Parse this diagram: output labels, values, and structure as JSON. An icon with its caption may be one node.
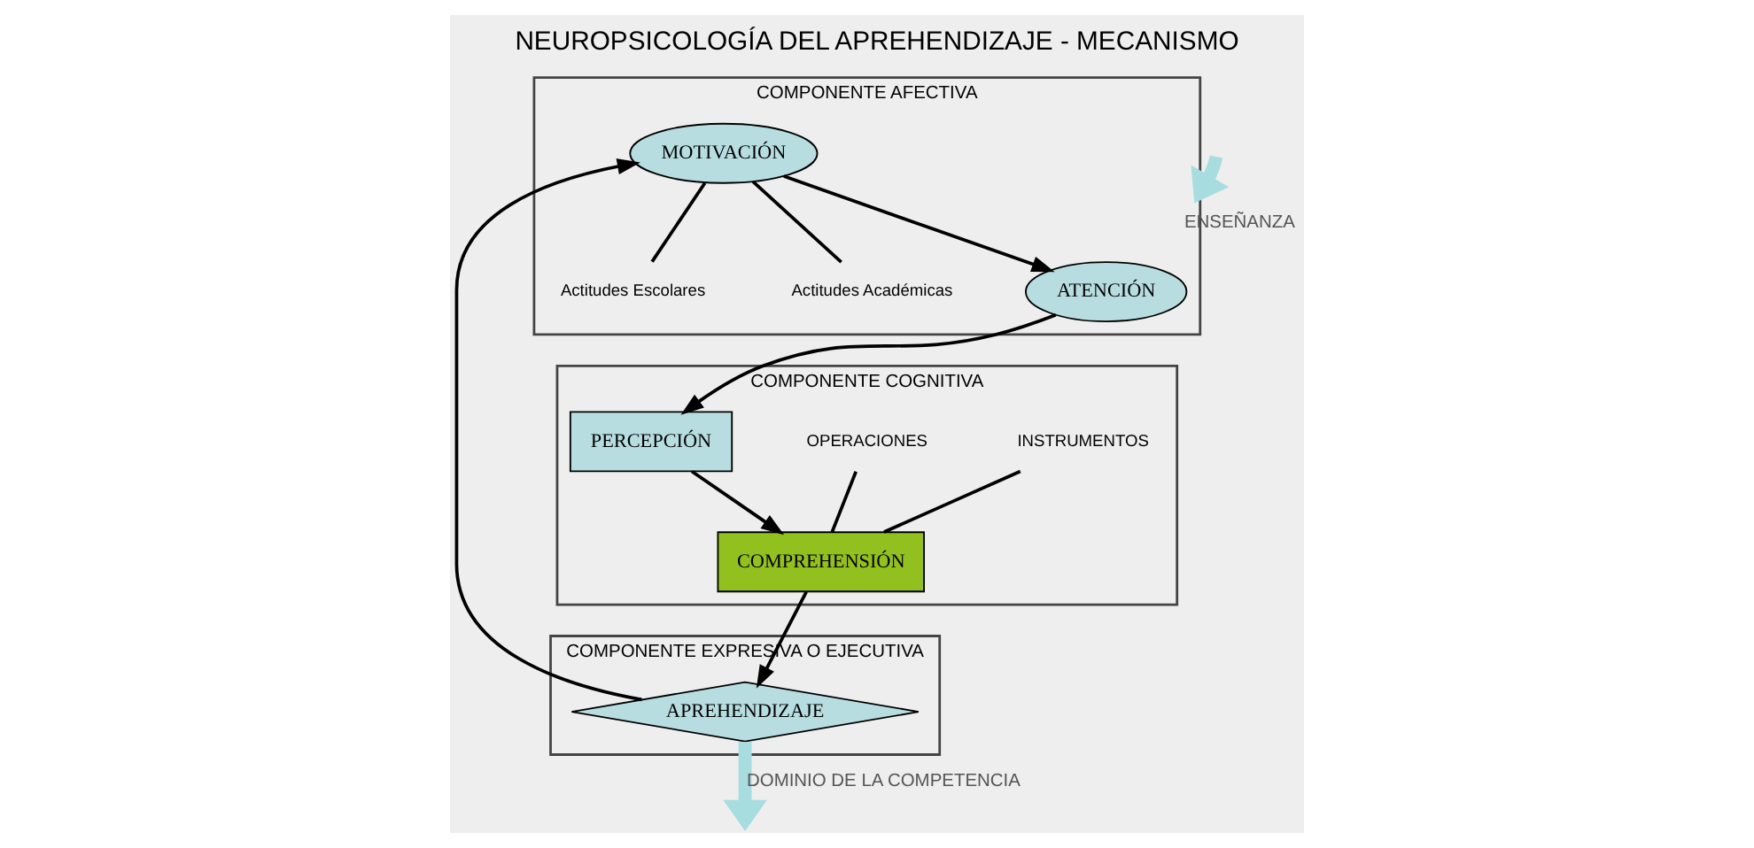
{
  "diagram": {
    "title": "NEUROPSICOLOGÍA DEL APREHENDIZAJE - MECANISMO",
    "nodes": [
      {
        "text": [
          "COMPONENTE AFECTIVA"
        ]
      },
      {
        "text": [
          "ATENCIÓN"
        ],
        "in": 0
      },
      {
        "text": [
          "MOTIVACIÓN"
        ],
        "in": 0
      },
      {
        "text": [
          "Actitudes Escolares"
        ],
        "in": 0
      },
      {
        "text": [
          "Actitudes Académicas"
        ],
        "in": 0
      },
      {
        "text": [
          "COMPONENTE COGNITIVA"
        ]
      },
      {
        "text": [
          "INSTRUMENTOS"
        ],
        "in": 5
      },
      {
        "text": [
          "OPERACIONES"
        ],
        "in": 5
      },
      {
        "text": [
          "PERCEPCIÓN"
        ],
        "in": 5
      },
      {
        "text": [
          "COMPREHENSIÓN"
        ],
        "in": 5
      },
      {
        "text": [
          "COMPONENTE EXPRESIVA O EJECUTIVA"
        ]
      },
      {
        "text": [
          "APREHENDIZAJE"
        ],
        "in": 10
      }
    ],
    "edges": [
      {
        "from": null,
        "to": 0,
        "arrow": "to",
        "label": "ENSEÑANZA",
        "style": "thick",
        "color": "#a8dde0"
      },
      {
        "from": 1,
        "to": 8,
        "arrow": "to"
      },
      {
        "from": 8,
        "to": 9,
        "arrow": "to"
      },
      {
        "from": 6,
        "to": 9,
        "arrow": "none"
      },
      {
        "from": 7,
        "to": 9,
        "arrow": "none"
      },
      {
        "from": 9,
        "to": 11,
        "arrow": "to"
      },
      {
        "from": 11,
        "to": 2,
        "arrow": "to"
      },
      {
        "from": 2,
        "to": 1,
        "arrow": "to"
      },
      {
        "from": 2,
        "to": 3,
        "arrow": "none"
      },
      {
        "from": 2,
        "to": 4,
        "arrow": "none"
      },
      {
        "from": 11,
        "to": null,
        "arrow": "to",
        "label": "DOMINIO DE LA COMPETENCIA",
        "style": "thick",
        "color": "#a8dde0"
      }
    ]
  }
}
